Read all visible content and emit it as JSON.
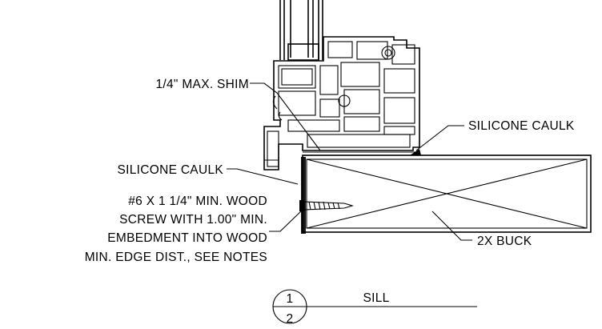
{
  "labels": {
    "shim": "1/4\" MAX. SHIM",
    "caulk_right": "SILICONE CAULK",
    "caulk_left": "SILICONE CAULK",
    "screw_line1": "#6 X 1 1/4\" MIN. WOOD",
    "screw_line2": "SCREW WITH 1.00\" MIN.",
    "screw_line3": "EMBEDMENT INTO WOOD",
    "screw_line4": "MIN. EDGE DIST., SEE NOTES",
    "buck": "2X BUCK"
  },
  "section_marker": {
    "top": "1",
    "bottom": "2",
    "title": "SILL"
  }
}
